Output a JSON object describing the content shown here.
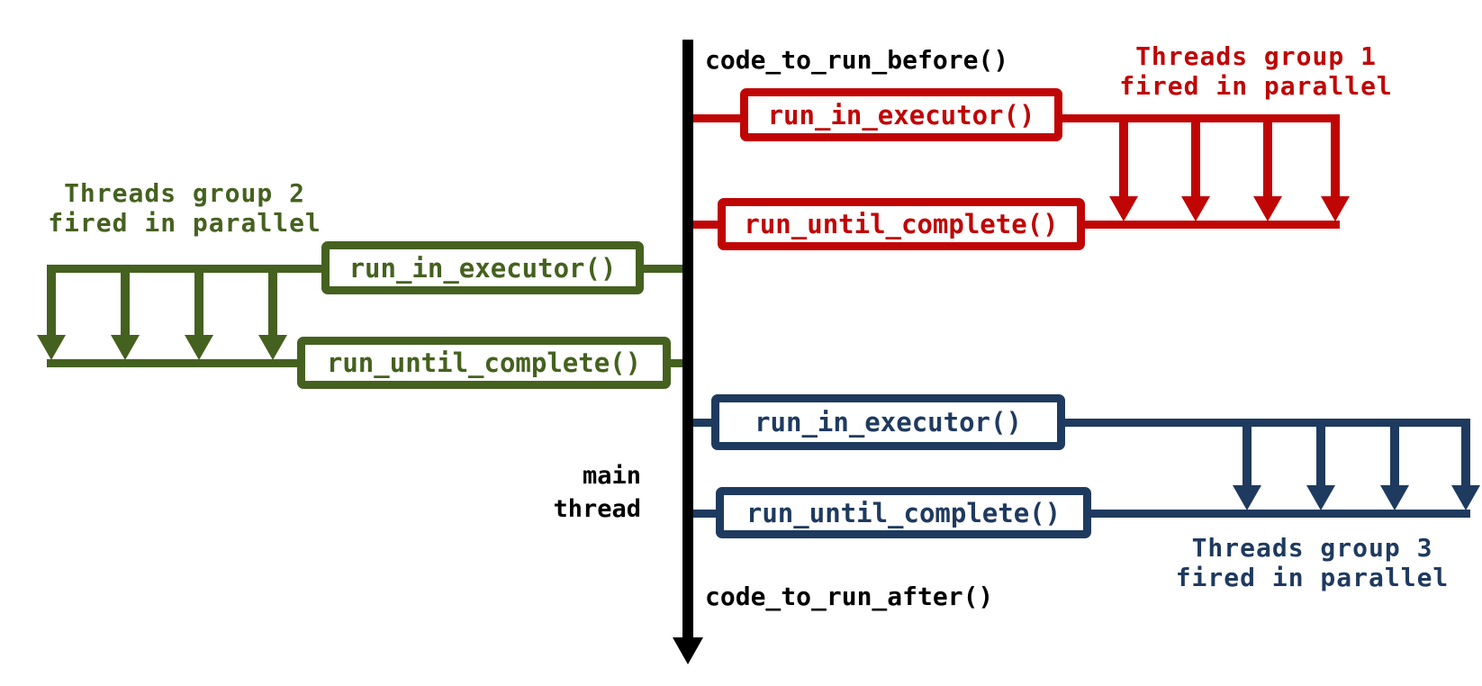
{
  "background": "#ffffff",
  "main_thread": {
    "color": "#000000",
    "label_line1": "main",
    "label_line2": "thread",
    "code_before": "code_to_run_before()",
    "code_after": "code_to_run_after()"
  },
  "groups": [
    {
      "label_line1": "Threads group 1",
      "label_line2": "fired in parallel",
      "executor_call": "run_in_executor()",
      "complete_call": "run_until_complete()",
      "color": "#c00505",
      "arrow_count": 4
    },
    {
      "label_line1": "Threads group 2",
      "label_line2": "fired in parallel",
      "executor_call": "run_in_executor()",
      "complete_call": "run_until_complete()",
      "color": "#45611f",
      "arrow_count": 4
    },
    {
      "label_line1": "Threads group 3",
      "label_line2": "fired in parallel",
      "executor_call": "run_in_executor()",
      "complete_call": "run_until_complete()",
      "color": "#1f3a5f",
      "arrow_count": 4
    }
  ]
}
